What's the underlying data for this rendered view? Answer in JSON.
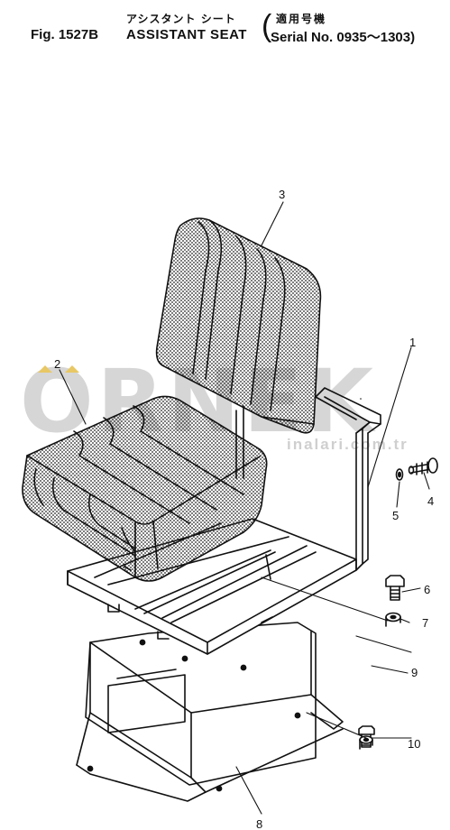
{
  "header": {
    "japanese_title": "アシスタント シート",
    "japanese_serial": "適用号機",
    "fig_number": "Fig. 1527B",
    "title": "ASSISTANT SEAT",
    "serial": "Serial No. 0935～1303)"
  },
  "watermark": {
    "text": "ORNEK",
    "url": "inalari.com.tr",
    "color": "#d4d4d4",
    "accent_color": "#e8c864"
  },
  "callouts": [
    "1",
    "2",
    "3",
    "4",
    "5",
    "6",
    "7",
    "8",
    "9",
    "10"
  ],
  "colors": {
    "line": "#111111",
    "background": "#ffffff"
  }
}
